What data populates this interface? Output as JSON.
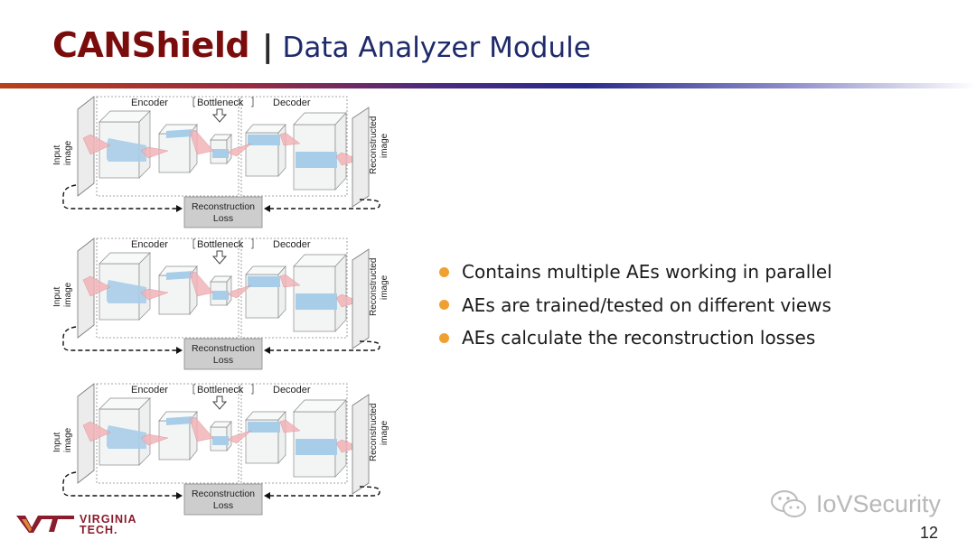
{
  "header": {
    "brand": "CANShield",
    "separator": "|",
    "subtitle": "Data Analyzer Module"
  },
  "diagram": {
    "encoder_label": "Encoder",
    "bottleneck_label": "Bottleneck",
    "decoder_label": "Decoder",
    "input_label_1": "Input",
    "input_label_2": "image",
    "output_label_1": "Reconstructed",
    "output_label_2": "image",
    "loss_label_1": "Reconstruction",
    "loss_label_2": "Loss"
  },
  "bullets": [
    "Contains multiple AEs working in parallel",
    "AEs are trained/tested on different views",
    "AEs calculate the reconstruction losses"
  ],
  "colors": {
    "brand": "#7a0c0c",
    "subtitle": "#1f2a6b",
    "bullet": "#f0a030",
    "vt_maroon": "#8a1c2c"
  },
  "footer": {
    "logo_line_1": "VIRGINIA",
    "logo_line_2": "TECH.",
    "watermark": "IoVSecurity",
    "watermark_icon": "wechat-icon",
    "page_number": "12"
  }
}
